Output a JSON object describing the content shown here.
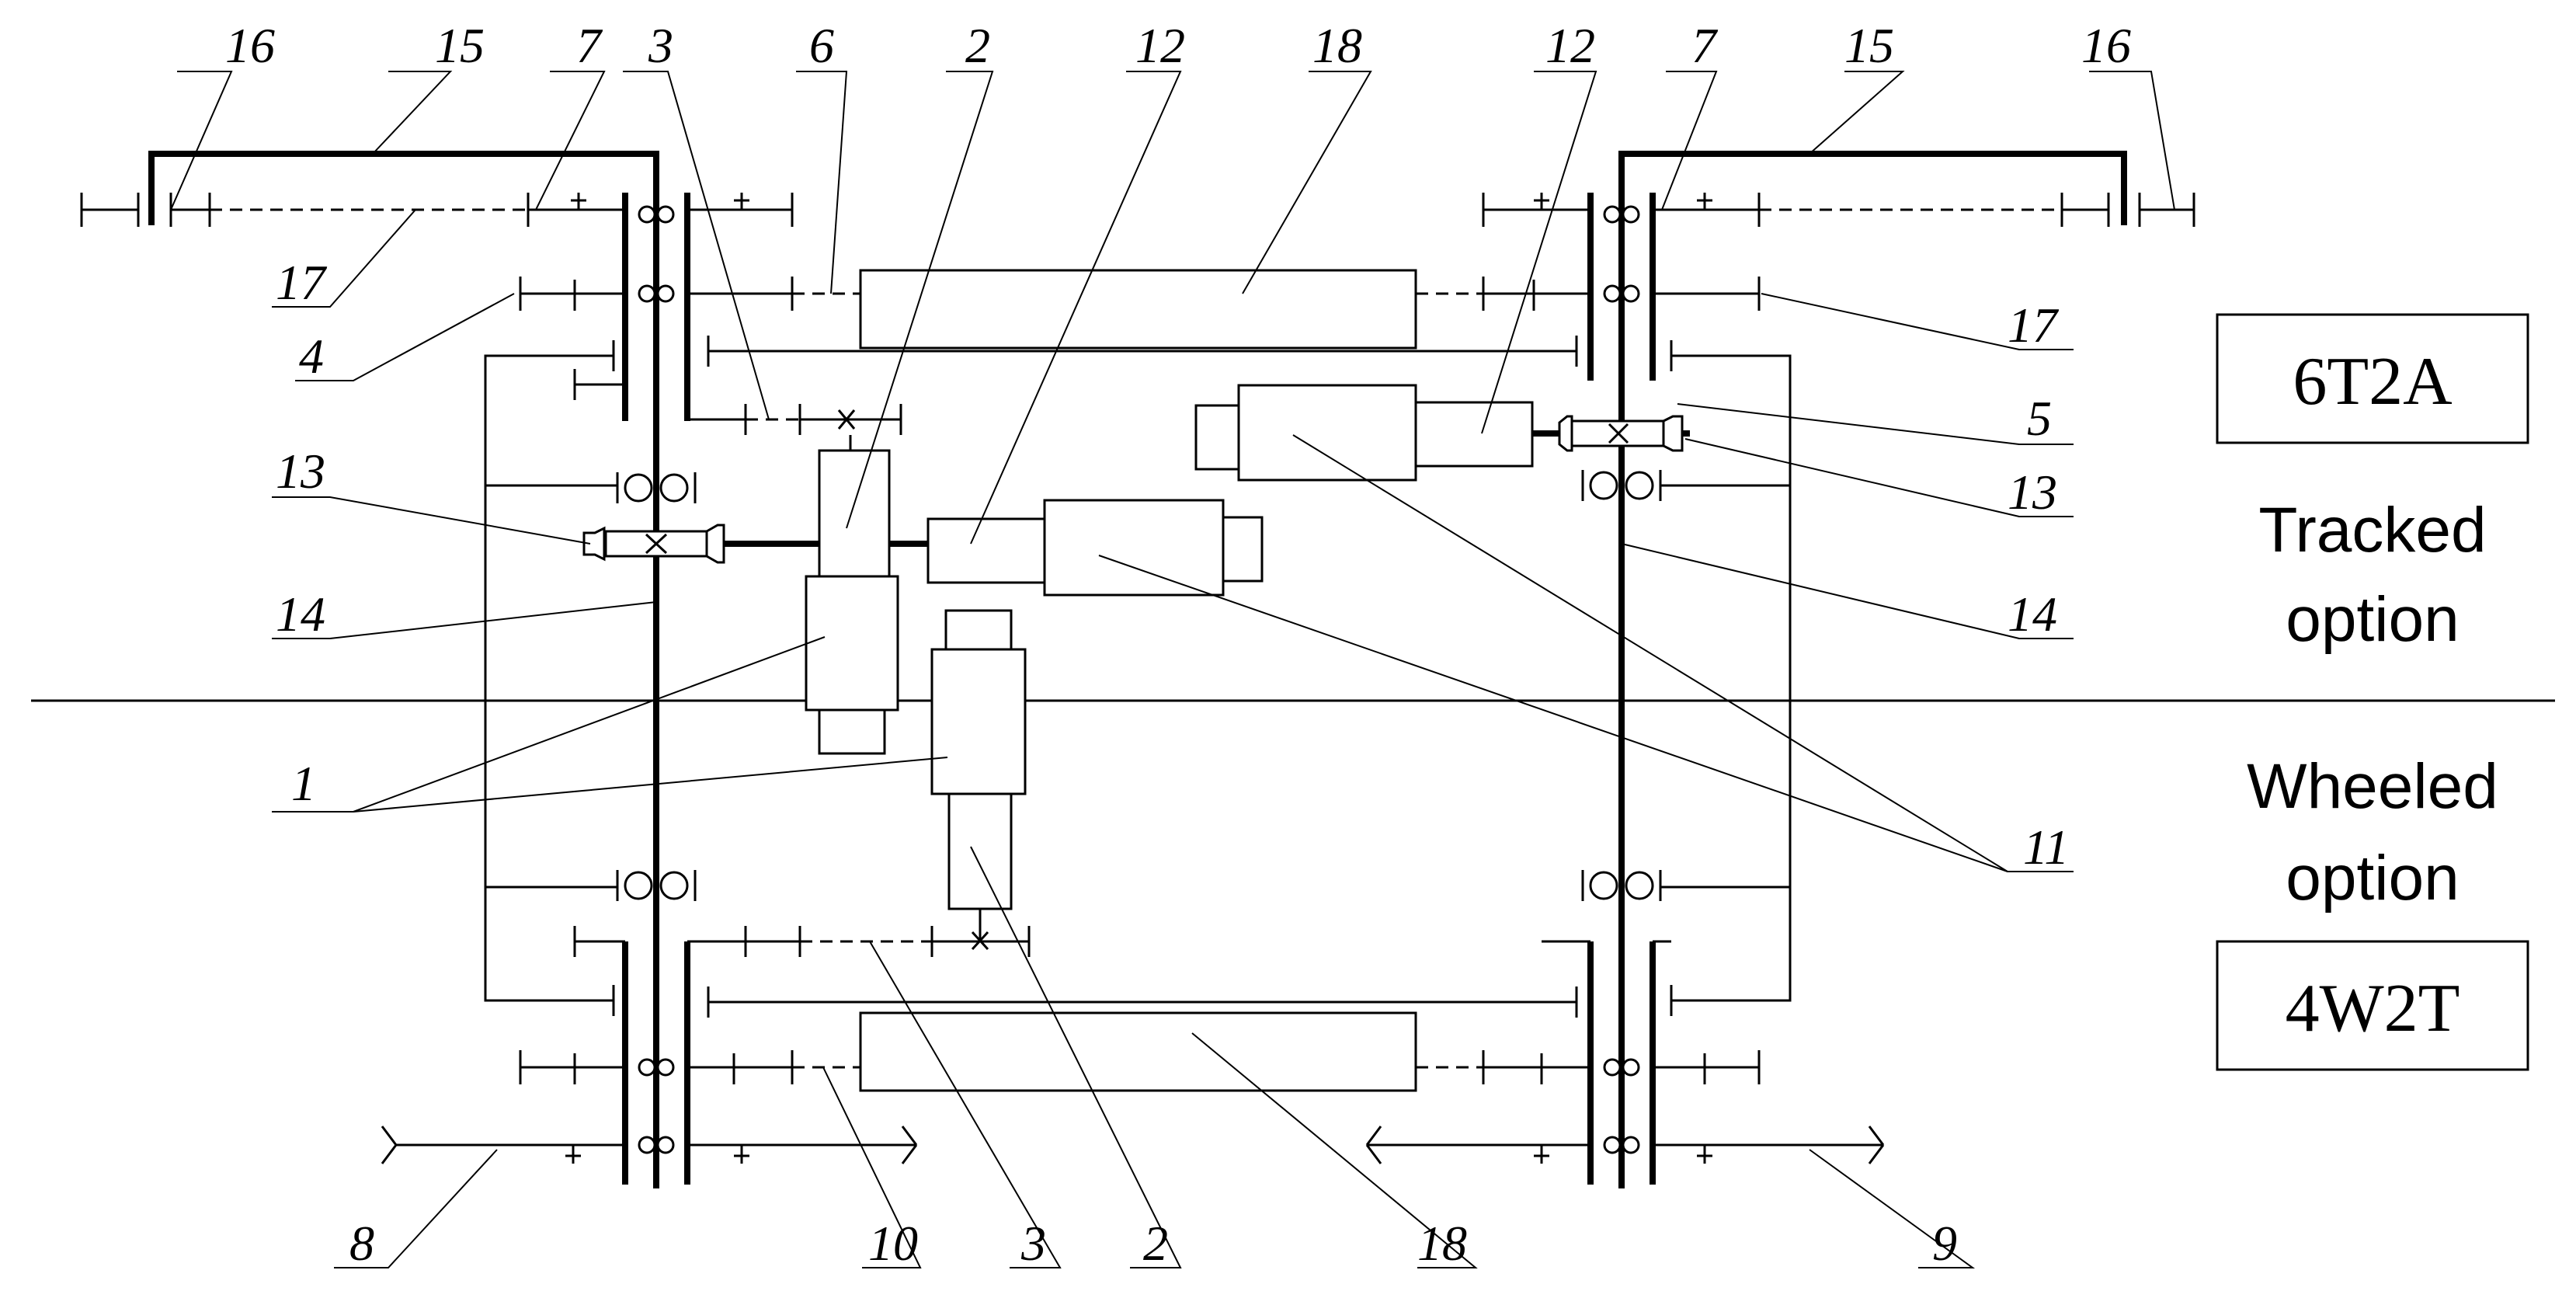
{
  "options": {
    "tracked": {
      "code": "6T2A",
      "line1": "Tracked",
      "line2": "option"
    },
    "wheeled": {
      "line1": "Wheeled",
      "line2": "option",
      "code": "4W2T"
    }
  },
  "callouts": [
    {
      "id": "c16L",
      "label": "16"
    },
    {
      "id": "c15L",
      "label": "15"
    },
    {
      "id": "c7L",
      "label": "7"
    },
    {
      "id": "c3T",
      "label": "3"
    },
    {
      "id": "c6",
      "label": "6"
    },
    {
      "id": "c2T",
      "label": "2"
    },
    {
      "id": "c12L",
      "label": "12"
    },
    {
      "id": "c18T",
      "label": "18"
    },
    {
      "id": "c12R",
      "label": "12"
    },
    {
      "id": "c7R",
      "label": "7"
    },
    {
      "id": "c15R",
      "label": "15"
    },
    {
      "id": "c16R",
      "label": "16"
    },
    {
      "id": "c17L",
      "label": "17"
    },
    {
      "id": "c4",
      "label": "4"
    },
    {
      "id": "c13L",
      "label": "13"
    },
    {
      "id": "c14L",
      "label": "14"
    },
    {
      "id": "c1",
      "label": "1"
    },
    {
      "id": "c17R",
      "label": "17"
    },
    {
      "id": "c5",
      "label": "5"
    },
    {
      "id": "c13R",
      "label": "13"
    },
    {
      "id": "c14R",
      "label": "14"
    },
    {
      "id": "c11",
      "label": "11"
    },
    {
      "id": "c8",
      "label": "8"
    },
    {
      "id": "c10",
      "label": "10"
    },
    {
      "id": "c3B",
      "label": "3"
    },
    {
      "id": "c2B",
      "label": "2"
    },
    {
      "id": "c18B",
      "label": "18"
    },
    {
      "id": "c9",
      "label": "9"
    }
  ]
}
